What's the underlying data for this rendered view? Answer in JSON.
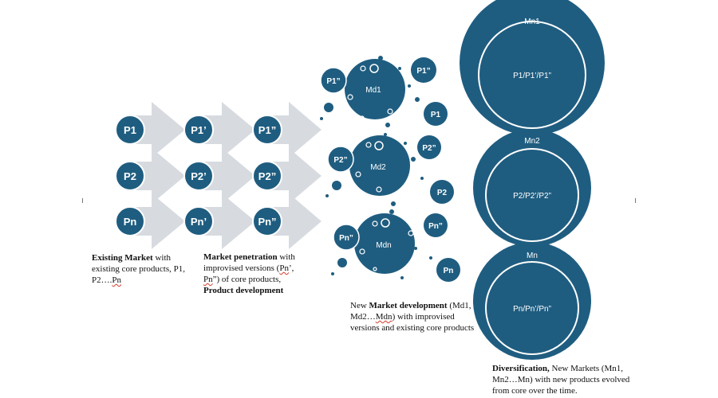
{
  "colors": {
    "circle_fill": "#1f5d80",
    "circle_stroke": "#ffffff",
    "arrow_fill": "#d7dbe0",
    "text_on_dark": "#ffffff",
    "caption_text": "#111111"
  },
  "products": {
    "row1": [
      "P1",
      "P1’",
      "P1”"
    ],
    "row2": [
      "P2",
      "P2’",
      "P2”"
    ],
    "row3": [
      "Pn",
      "Pn’",
      "Pn”"
    ]
  },
  "market_development": {
    "markets": [
      {
        "label": "Md1",
        "left_sat": "P1”",
        "right_top": "P1”",
        "right_bottom": "P1"
      },
      {
        "label": "Md2",
        "left_sat": "P2”",
        "right_top": "P2”",
        "right_bottom": "P2"
      },
      {
        "label": "Mdn",
        "left_sat": "Pn”",
        "right_top": "Pn”",
        "right_bottom": "Pn"
      }
    ]
  },
  "diversification": {
    "markets": [
      {
        "outer": "Mn1",
        "inner": "P1/P1’/P1”"
      },
      {
        "outer": "Mn2",
        "inner": "P2/P2’/P2”"
      },
      {
        "outer": "Mn",
        "inner": "Pn/Pn’/Pn”"
      }
    ]
  },
  "captions": {
    "existing": {
      "bold": "Existing Market",
      "text1": " with existing core products, P1, P2….",
      "squiggle": "Pn"
    },
    "penetration": {
      "bold": "Market penetration",
      "text1": " with improvised versions (",
      "sq1": "Pn",
      "text2": "’, ",
      "sq2": "Pn",
      "text3": "”) of core products, ",
      "bold2": "Product development"
    },
    "new_market": {
      "text1": "New ",
      "bold": "Market development",
      "text2": " (Md1, Md2…",
      "squiggle": "Mdn",
      "text3": ") with improvised versions and existing core products"
    },
    "diversification": {
      "bold": "Diversification,",
      "text1": " New Markets (Mn1, Mn2…Mn) with new products evolved from core over the time."
    }
  }
}
